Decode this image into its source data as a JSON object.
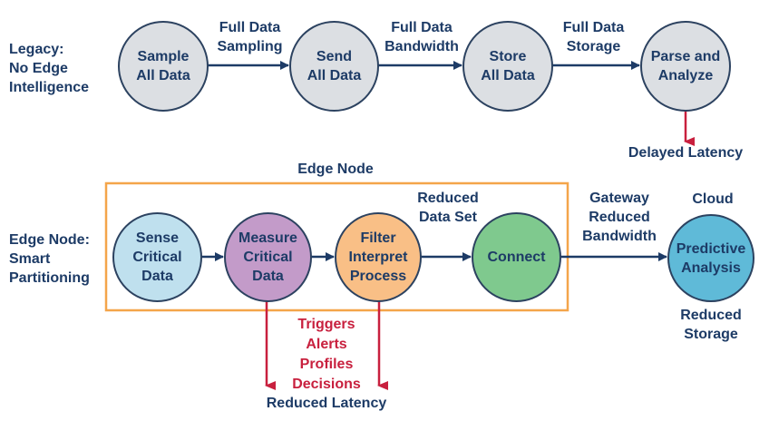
{
  "legacy": {
    "row_label": "Legacy:\nNo Edge\nIntelligence",
    "nodes": [
      "Sample\nAll Data",
      "Send\nAll Data",
      "Store\nAll Data",
      "Parse and\nAnalyze"
    ],
    "edge_labels": [
      "Full Data\nSampling",
      "Full Data\nBandwidth",
      "Full Data\nStorage"
    ],
    "latency_label": "Delayed Latency"
  },
  "edge": {
    "row_label": "Edge Node:\nSmart\nPartitioning",
    "box_title": "Edge Node",
    "nodes": [
      "Sense\nCritical\nData",
      "Measure\nCritical\nData",
      "Filter\nInterpret\nProcess",
      "Connect"
    ],
    "reduced_data_set": "Reduced\nData Set",
    "gateway_label": "Gateway\nReduced\nBandwidth",
    "cloud_title": "Cloud",
    "cloud_node": "Predictive\nAnalysis",
    "cloud_storage": "Reduced\nStorage",
    "outputs": [
      "Triggers",
      "Alerts",
      "Profiles",
      "Decisions"
    ],
    "latency_label": "Reduced Latency"
  },
  "colors": {
    "legacy_node": "#dcdfe3",
    "sense": "#bfe0ee",
    "measure": "#c39bc9",
    "filter": "#f9bf86",
    "connect": "#7fc98e",
    "cloud": "#5fbad8",
    "box_border": "#f4a54a",
    "arrow_dark": "#1d3b66",
    "arrow_red": "#c8203e"
  }
}
